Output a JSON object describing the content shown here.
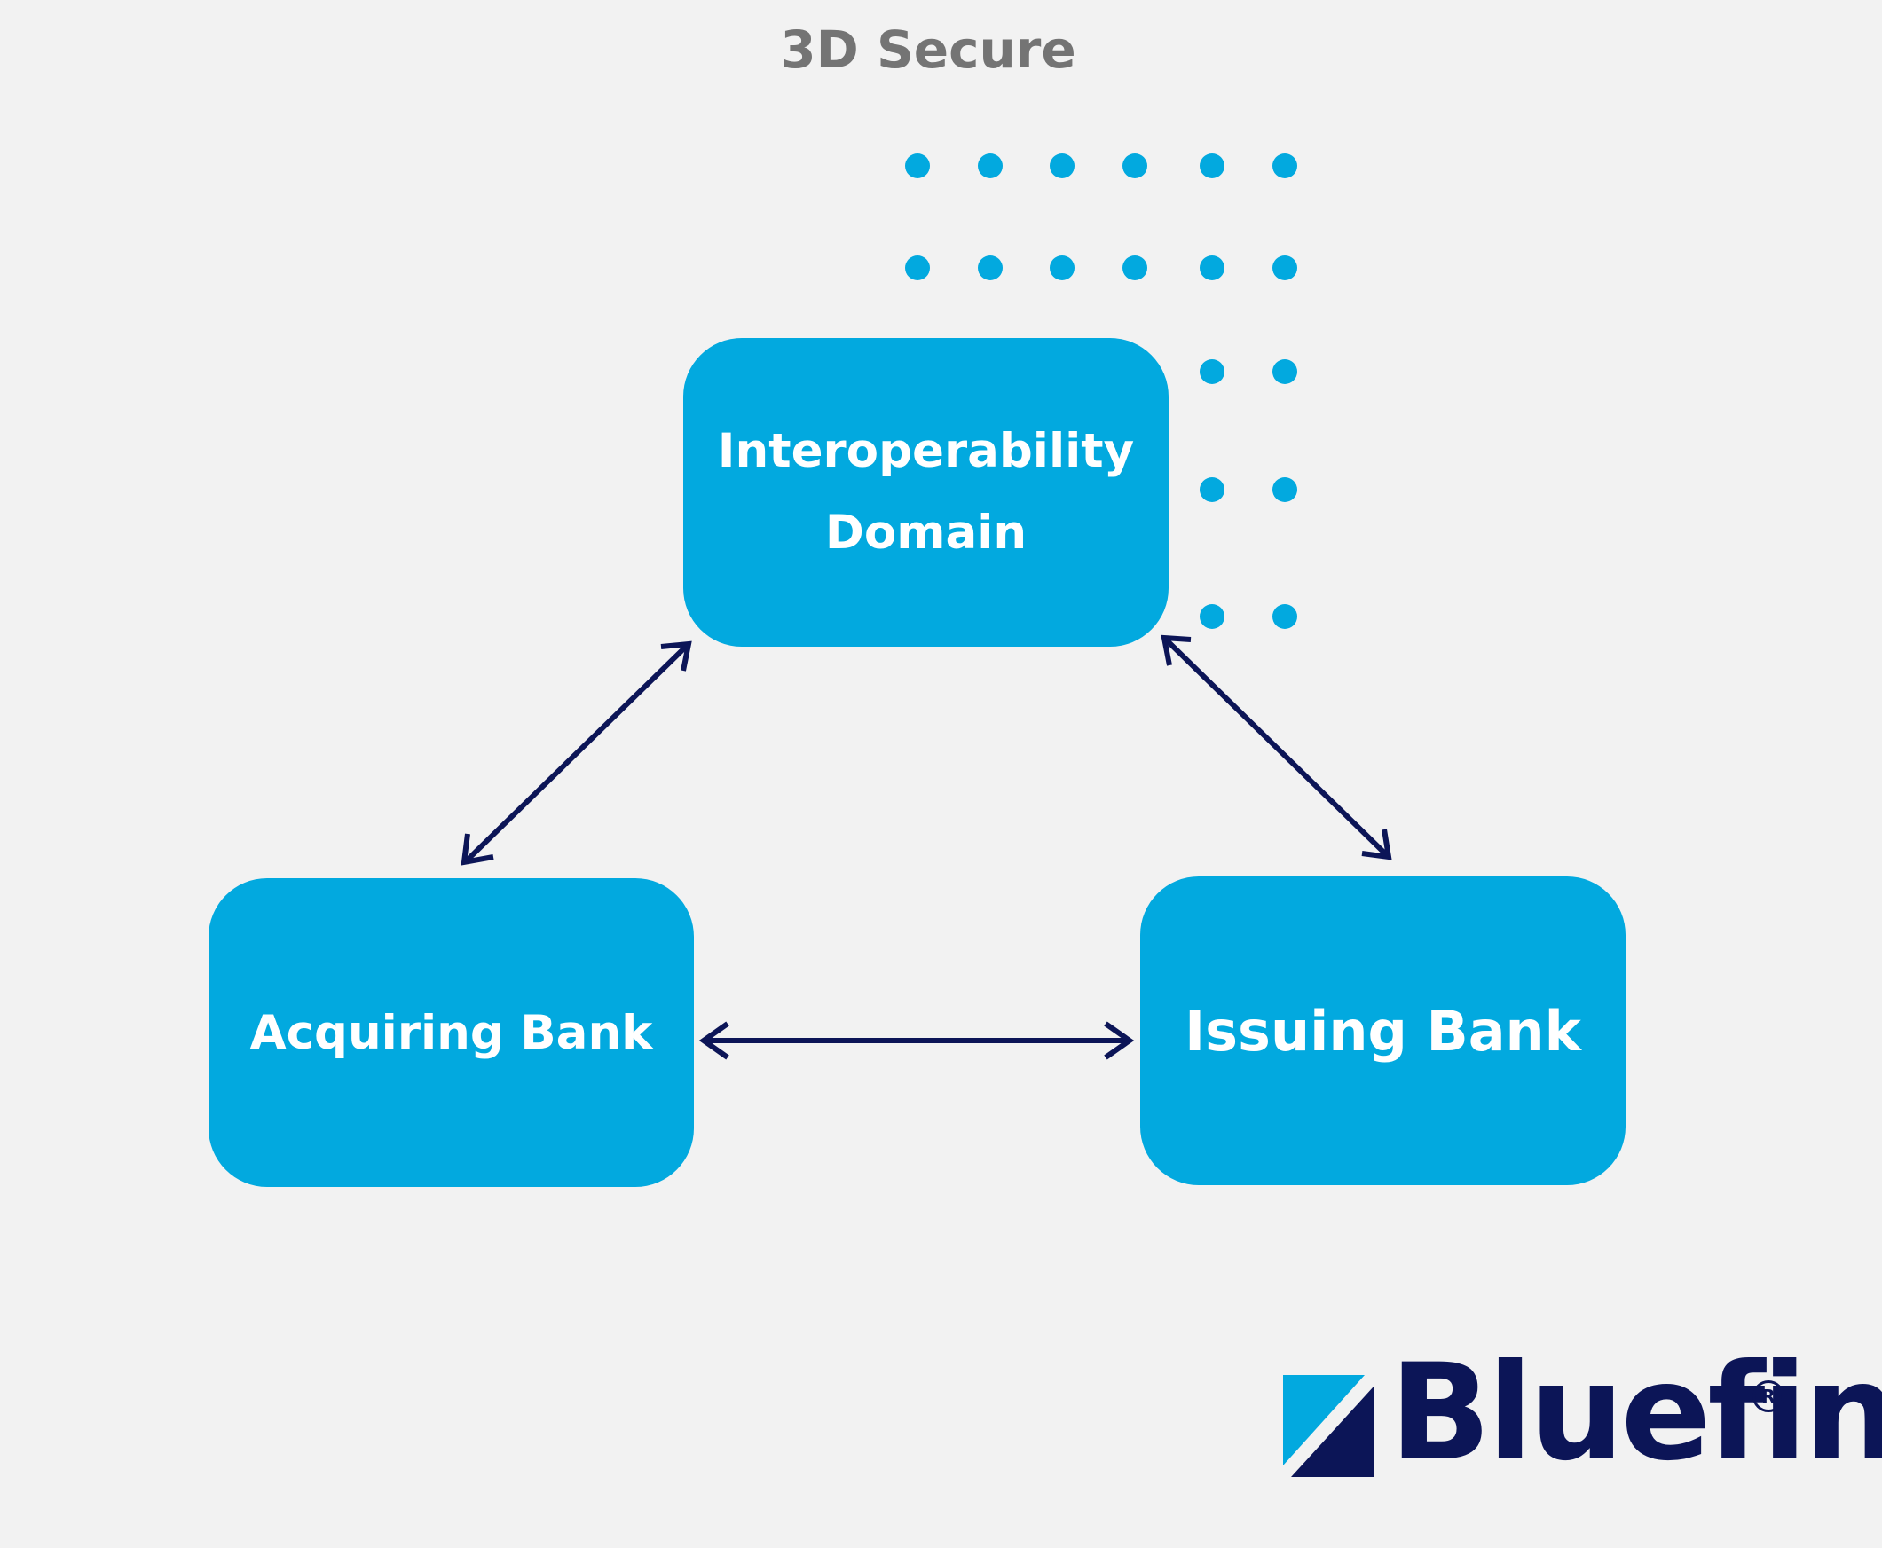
{
  "title": "3D Secure",
  "nodes": {
    "interop": {
      "line1": "Interoperability",
      "line2": "Domain"
    },
    "acquiring": {
      "label": "Acquiring Bank"
    },
    "issuing": {
      "label": "Issuing Bank"
    }
  },
  "logo": {
    "text": "Bluefin",
    "reg": "R"
  },
  "colors": {
    "background": "#f2f2f2",
    "box": "#02a9df",
    "arrow": "#0c1557",
    "dots": "#02a9df",
    "title": "#747474",
    "logo_dark": "#0c1557",
    "logo_light": "#02a9df"
  }
}
